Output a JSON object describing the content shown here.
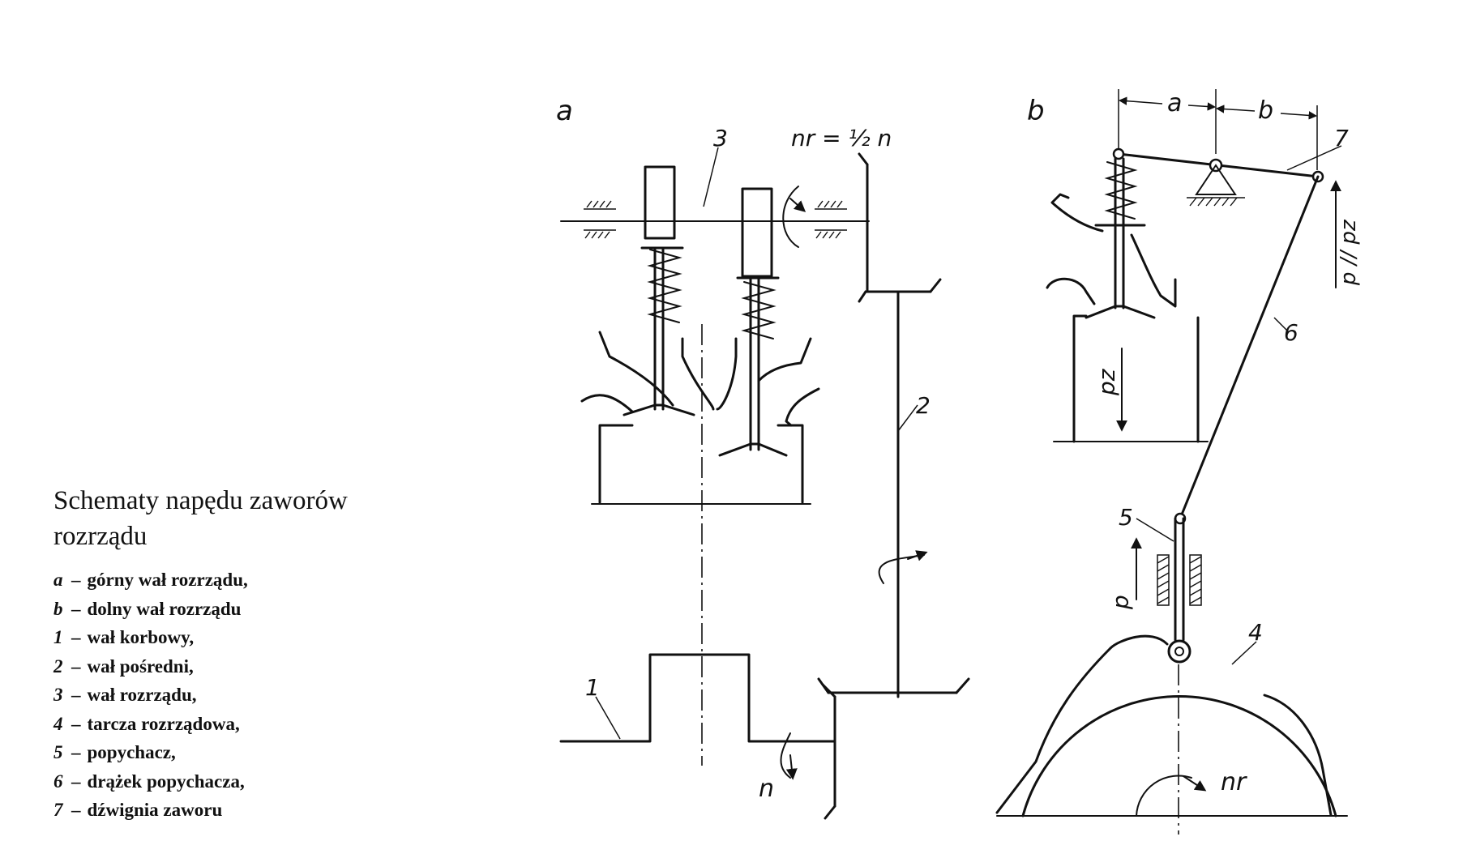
{
  "caption": {
    "title": "Schematy napędu zaworów rozrządu",
    "items": [
      {
        "key": "a",
        "text": "górny wał rozrządu,"
      },
      {
        "key": "b",
        "text": "dolny wał rozrządu"
      },
      {
        "key": "1",
        "text": "wał korbowy,"
      },
      {
        "key": "2",
        "text": "wał pośredni,"
      },
      {
        "key": "3",
        "text": "wał rozrządu,"
      },
      {
        "key": "4",
        "text": "tarcza rozrządowa,"
      },
      {
        "key": "5",
        "text": "popychacz,"
      },
      {
        "key": "6",
        "text": "drążek popychacza,"
      },
      {
        "key": "7",
        "text": "dźwignia zaworu"
      }
    ]
  },
  "labels": {
    "a": "a",
    "b": "b",
    "n1": "1",
    "n2": "2",
    "n3": "3",
    "n4": "4",
    "n5": "5",
    "n6": "6",
    "n7": "7",
    "n": "n",
    "nr_top": "nr = ½ n",
    "nr": "nr",
    "p": "p",
    "pz": "pz",
    "p_par_pz": "p // pz",
    "dim_a": "a",
    "dim_b": "b"
  }
}
